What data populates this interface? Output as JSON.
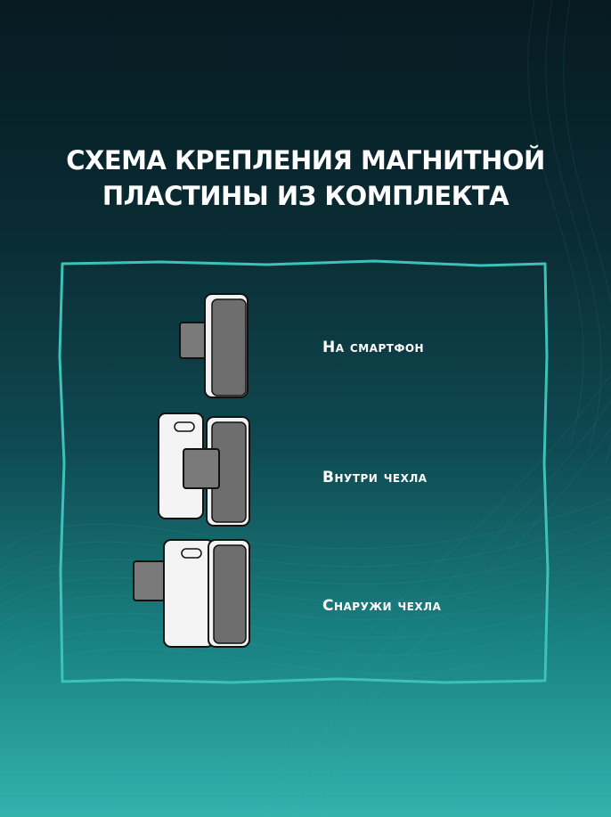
{
  "title": {
    "line1": "СХЕМА КРЕПЛЕНИЯ МАГНИТНОЙ",
    "line2": "ПЛАСТИНЫ ИЗ КОМПЛЕКТА"
  },
  "options": [
    {
      "label": "На смартфон",
      "icon": "phone-with-plate-icon"
    },
    {
      "label": "Внутри чехла",
      "icon": "plate-inside-case-icon"
    },
    {
      "label": "Снаружи чехла",
      "icon": "plate-outside-case-icon"
    }
  ],
  "colors": {
    "accent": "#3ec1b8",
    "phone_screen": "#6e6e6e",
    "plate": "#7a7a7a",
    "case": "#f4f4f4"
  }
}
